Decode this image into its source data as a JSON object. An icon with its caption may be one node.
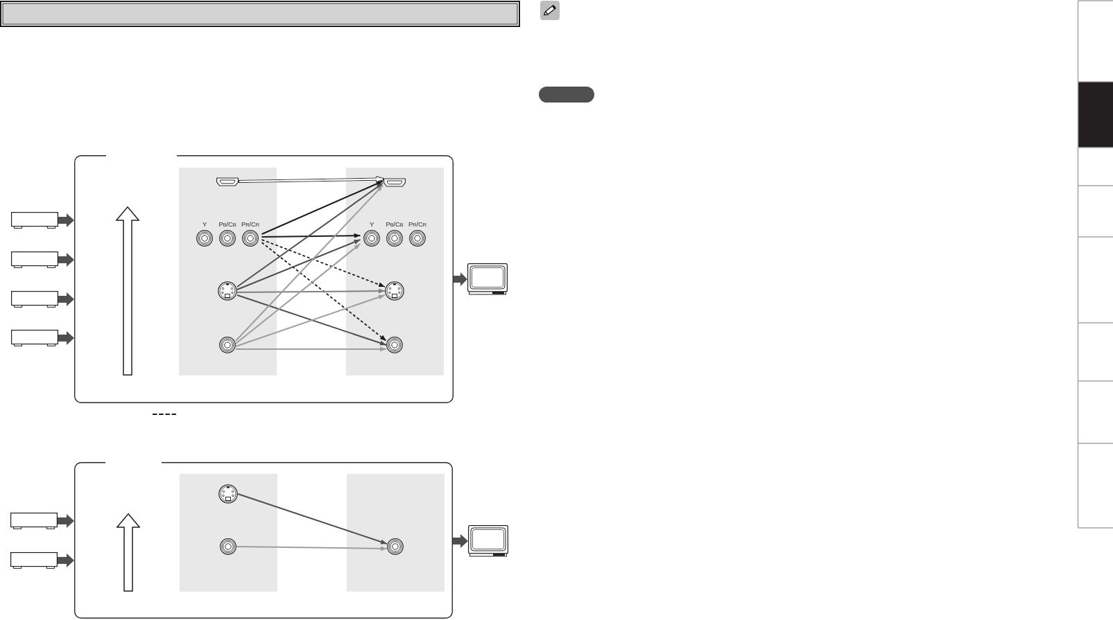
{
  "diagram": {
    "nodes": [
      {
        "text": [],
        "shape": "box"
      },
      {
        "text": [],
        "shape": "box",
        "in": 0
      },
      {
        "text": [],
        "shape": "picture",
        "in": 1
      },
      {
        "text": [
          "Y",
          "P$_{B}$/C$_{B}$",
          "P$_{R}$/C$_{R}$"
        ],
        "in": 1
      },
      {
        "text": [],
        "shape": "picture",
        "in": 1
      },
      {
        "text": [],
        "shape": "picture",
        "in": 1
      },
      {
        "text": [],
        "shape": "box",
        "in": 0
      },
      {
        "text": [],
        "shape": "picture",
        "in": 6
      },
      {
        "text": [
          "Y",
          "P$_{B}$/C$_{B}$",
          "P$_{R}$/C$_{R}$"
        ],
        "in": 6
      },
      {
        "text": [],
        "shape": "picture",
        "in": 6
      },
      {
        "text": [],
        "shape": "picture",
        "in": 6
      },
      {
        "text": [],
        "shape": "box"
      },
      {
        "text": [],
        "shape": "box"
      },
      {
        "text": [],
        "shape": "box"
      },
      {
        "text": [],
        "shape": "box"
      },
      {
        "text": [],
        "shape": "picture"
      },
      {
        "text": [],
        "shape": "box"
      },
      {
        "text": [],
        "shape": "box",
        "in": 16
      },
      {
        "text": [],
        "shape": "picture",
        "in": 17
      },
      {
        "text": [],
        "shape": "picture",
        "in": 17
      },
      {
        "text": [],
        "shape": "box",
        "in": 16
      },
      {
        "text": [],
        "shape": "picture",
        "in": 20
      },
      {
        "text": [],
        "shape": "box"
      },
      {
        "text": [],
        "shape": "box"
      },
      {
        "text": [],
        "shape": "picture"
      },
      {
        "text": [],
        "shape": "bar"
      }
    ],
    "edges": [
      {
        "from": 11,
        "to": 0,
        "arrow": "to",
        "style": "thick"
      },
      {
        "from": 12,
        "to": 0,
        "arrow": "to",
        "style": "thick"
      },
      {
        "from": 13,
        "to": 0,
        "arrow": "to",
        "style": "thick"
      },
      {
        "from": 14,
        "to": 0,
        "arrow": "to",
        "style": "thick"
      },
      {
        "from": 0,
        "to": 15,
        "arrow": "to",
        "style": "thick"
      },
      {
        "from": 2,
        "to": 7,
        "arrow": "to",
        "color": "#ffffff"
      },
      {
        "from": 3,
        "to": 7,
        "arrow": "to",
        "color": "#1a1a1a"
      },
      {
        "from": 3,
        "to": 8,
        "arrow": "to",
        "color": "#1a1a1a"
      },
      {
        "from": 3,
        "to": 9,
        "arrow": "to",
        "style": "dashed",
        "color": "#1a1a1a"
      },
      {
        "from": 3,
        "to": 10,
        "arrow": "to",
        "style": "dashed",
        "color": "#1a1a1a"
      },
      {
        "from": 4,
        "to": 7,
        "arrow": "to"
      },
      {
        "from": 4,
        "to": 8,
        "arrow": "to"
      },
      {
        "from": 4,
        "to": 9,
        "arrow": "to",
        "color": "#808080"
      },
      {
        "from": 4,
        "to": 10,
        "arrow": "to"
      },
      {
        "from": 5,
        "to": 7,
        "arrow": "to",
        "color": "#9e9e9e"
      },
      {
        "from": 5,
        "to": 8,
        "arrow": "to",
        "color": "#9e9e9e"
      },
      {
        "from": 5,
        "to": 9,
        "arrow": "to",
        "color": "#9e9e9e"
      },
      {
        "from": 5,
        "to": 10,
        "arrow": "to",
        "color": "#9e9e9e"
      },
      {
        "from": 22,
        "to": 16,
        "arrow": "to",
        "style": "thick"
      },
      {
        "from": 23,
        "to": 16,
        "arrow": "to",
        "style": "thick"
      },
      {
        "from": 16,
        "to": 24,
        "arrow": "to",
        "style": "thick"
      },
      {
        "from": 18,
        "to": 21,
        "arrow": "to"
      },
      {
        "from": 19,
        "to": 21,
        "arrow": "to",
        "color": "#9e9e9e"
      }
    ]
  }
}
